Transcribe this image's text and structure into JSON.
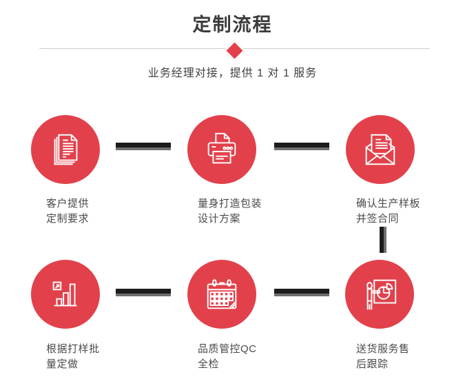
{
  "header": {
    "title": "定制流程",
    "subtitle": "业务经理对接，提供 1 对 1 服务"
  },
  "colors": {
    "accent_red": "#e2414b",
    "title_text": "#3b3b3b",
    "label_text": "#4a4a4a",
    "divider_gray": "#cfcfcf",
    "connector_dark": "#1c1c1c",
    "connector_gray": "#6f6f6f",
    "icon_stroke": "#ffffff"
  },
  "steps": [
    {
      "icon": "documents-icon",
      "lines": [
        "客户提供",
        "定制要求"
      ]
    },
    {
      "icon": "printer-icon",
      "lines": [
        "量身打造包装",
        "设计方案"
      ]
    },
    {
      "icon": "envelope-icon",
      "lines": [
        "确认生产样板",
        "并签合同"
      ]
    },
    {
      "icon": "bar-chart-icon",
      "lines": [
        "根据打样批",
        "量定做"
      ]
    },
    {
      "icon": "calendar-icon",
      "lines": [
        "品质管控QC",
        "全检"
      ]
    },
    {
      "icon": "presentation-icon",
      "lines": [
        "送货服务售",
        "后跟踪"
      ]
    }
  ]
}
